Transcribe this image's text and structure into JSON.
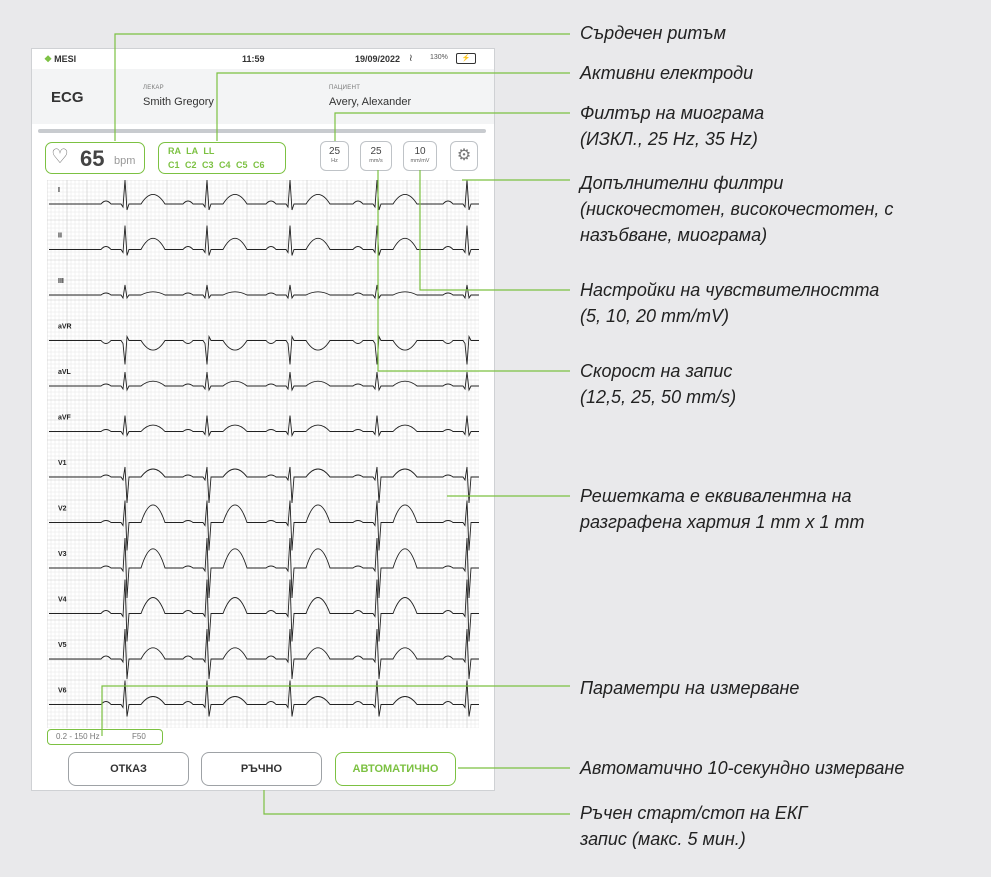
{
  "statusbar": {
    "brand": "MESI",
    "time": "11:59",
    "date": "19/09/2022",
    "battery": "130%"
  },
  "header": {
    "module": "ECG",
    "doctor_label": "ЛЕКАР",
    "doctor": "Smith Gregory",
    "patient_label": "ПАЦИЕНТ",
    "patient": "Avery, Alexander"
  },
  "heart_rate": {
    "value": "65",
    "unit": "bpm"
  },
  "electrodes": {
    "row1": "RA LA LL",
    "row2": "C1 C2 C3 C4 C5 C6"
  },
  "controls": [
    {
      "value": "25",
      "unit": "Hz"
    },
    {
      "value": "25",
      "unit": "mm/s"
    },
    {
      "value": "10",
      "unit": "mm/mV"
    }
  ],
  "leads": [
    "I",
    "II",
    "III",
    "aVR",
    "aVL",
    "aVF",
    "V1",
    "V2",
    "V3",
    "V4",
    "V5",
    "V6"
  ],
  "filter_info": {
    "band": "0.2 - 150 Hz",
    "notch": "F50"
  },
  "buttons": {
    "cancel": "ОТКАЗ",
    "manual": "РЪЧНО",
    "auto": "АВТОМАТИЧНО"
  },
  "callouts": {
    "heart_rhythm": "Сърдечен ритъм",
    "active_electrodes": "Активни електроди",
    "myogram_filter": "Филтър на миограма\n(ИЗКЛ., 25 Hz, 35 Hz)",
    "additional_filters": "Допълнителни филтри\n(нискочестотен, високочестотен, с\nназъбване, миограма)",
    "sensitivity": "Настройки на чувствителността\n(5, 10, 20 mm/mV)",
    "speed": "Скорост на запис\n(12,5, 25, 50 mm/s)",
    "grid": "Решетката е еквивалентна на\nразграфена хартия 1 mm x 1 mm",
    "parameters": "Параметри на измерване",
    "auto_measure": "Автоматично 10-секундно измерване",
    "manual_start": "Ръчен старт/стоп на ЕКГ\nзапис (макс. 5 мин.)"
  },
  "colors": {
    "accent": "#7cc142",
    "background": "#e9e9eb",
    "grid_minor": "#e6e6e6",
    "grid_major": "#c9c9c9",
    "trace": "#222222"
  }
}
